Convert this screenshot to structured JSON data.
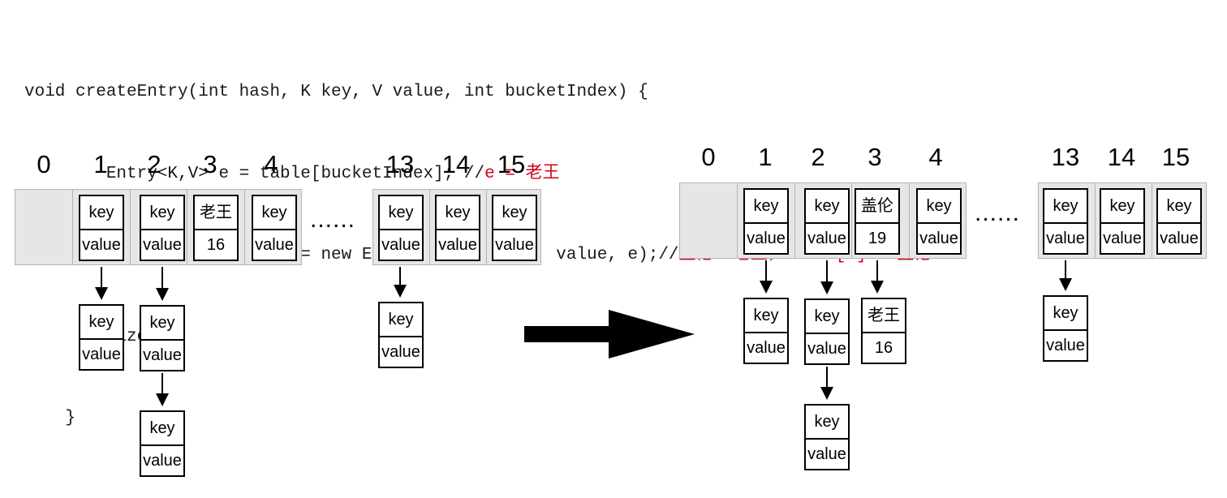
{
  "code": {
    "lines": [
      "void createEntry(int hash, K key, V value, int bucketIndex) {",
      "        Entry<K,V> e = table[bucketIndex]; //",
      "        table[bucketIndex] = new Entry<>(hash, key, value, e);//",
      "        size++;",
      "    }"
    ],
    "comments": {
      "line2": "e = 老王",
      "line3": "盖伦—>老王，table[3] = 盖伦"
    }
  },
  "before": {
    "indices": [
      "0",
      "1",
      "2",
      "3",
      "4",
      "13",
      "14",
      "15"
    ],
    "dots": "......",
    "slot_key": "key",
    "slot_value": "value",
    "slot3_key": "老王",
    "slot3_value": "16"
  },
  "after": {
    "indices": [
      "0",
      "1",
      "2",
      "3",
      "4",
      "13",
      "14",
      "15"
    ],
    "dots": "......",
    "slot_key": "key",
    "slot_value": "value",
    "slot3_key": "盖伦",
    "slot3_value": "19",
    "chain3_key": "老王",
    "chain3_value": "16"
  },
  "colors": {
    "comment": "#d0021b",
    "table_fill": "#e6e6e6",
    "table_border": "#b4b4b4"
  }
}
